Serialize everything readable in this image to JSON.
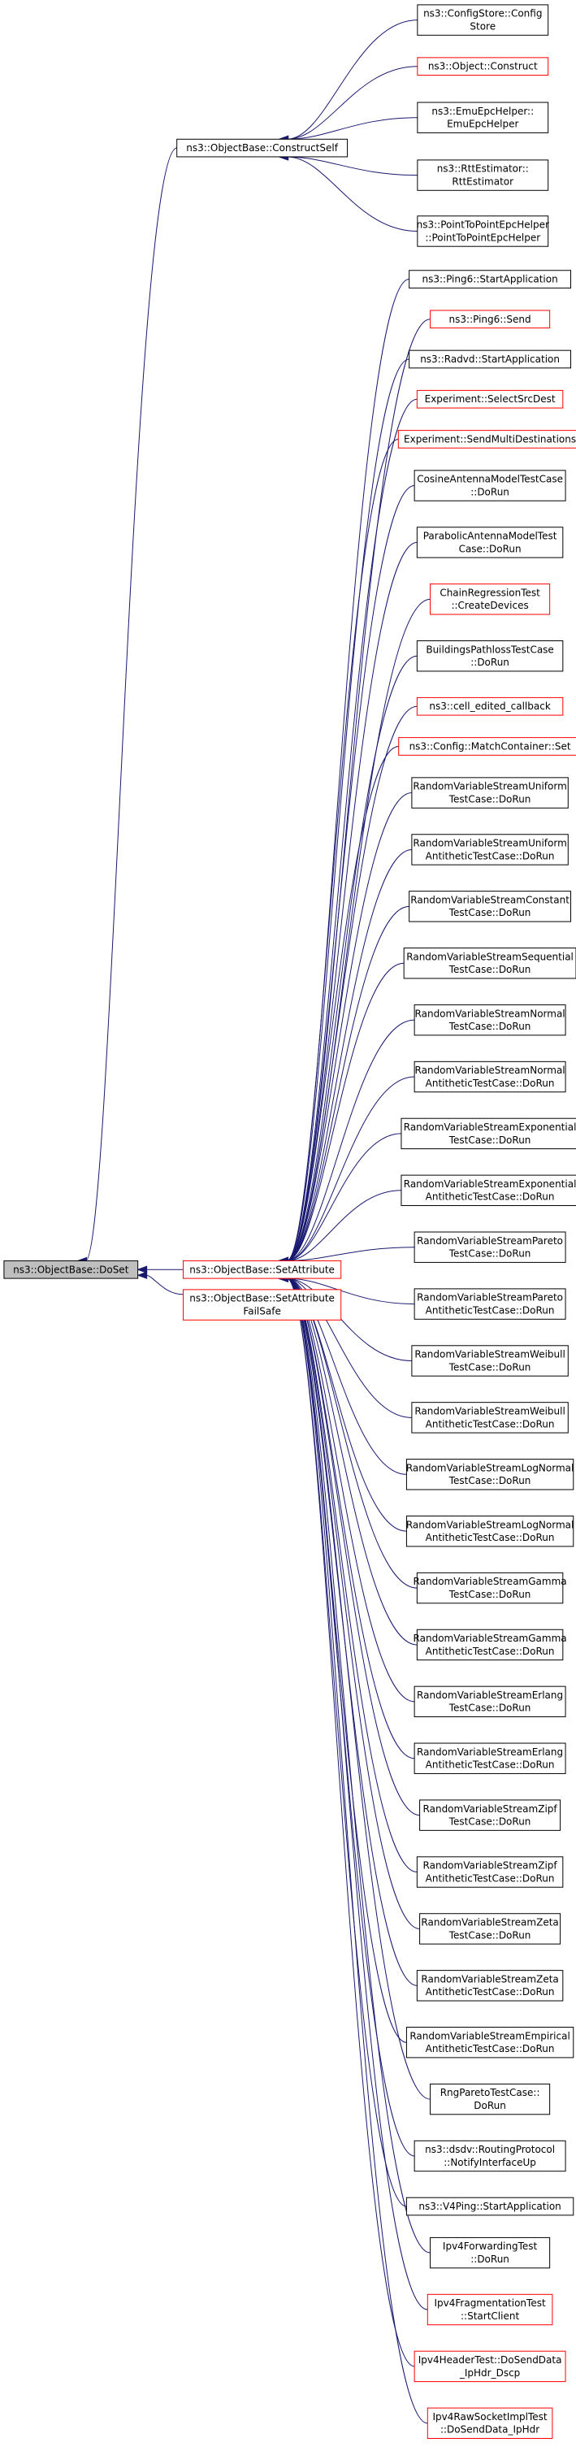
{
  "colors": {
    "edge": "#191970",
    "node_border_black": "#000000",
    "node_border_red": "#ff0000",
    "root_fill": "#bfbfbf",
    "node_fill": "#ffffff"
  },
  "root": {
    "label_lines": [
      "ns3::ObjectBase::DoSet"
    ]
  },
  "level1": [
    {
      "id": "constructself",
      "label_lines": [
        "ns3::ObjectBase::ConstructSelf"
      ],
      "border": "black"
    },
    {
      "id": "setattribute",
      "label_lines": [
        "ns3::ObjectBase::SetAttribute"
      ],
      "border": "red"
    },
    {
      "id": "setattributefailsafe",
      "label_lines": [
        "ns3::ObjectBase::SetAttribute",
        "FailSafe"
      ],
      "border": "red"
    }
  ],
  "callers_of_constructself": [
    {
      "label_lines": [
        "ns3::ConfigStore::Config",
        "Store"
      ],
      "border": "black"
    },
    {
      "label_lines": [
        "ns3::Object::Construct"
      ],
      "border": "red"
    },
    {
      "label_lines": [
        "ns3::EmuEpcHelper::",
        "EmuEpcHelper"
      ],
      "border": "black"
    },
    {
      "label_lines": [
        "ns3::RttEstimator::",
        "RttEstimator"
      ],
      "border": "black"
    },
    {
      "label_lines": [
        "ns3::PointToPointEpcHelper",
        "::PointToPointEpcHelper"
      ],
      "border": "black"
    }
  ],
  "callers_of_setattribute": [
    {
      "label_lines": [
        "ns3::Ping6::StartApplication"
      ],
      "border": "black"
    },
    {
      "label_lines": [
        "ns3::Ping6::Send"
      ],
      "border": "red"
    },
    {
      "label_lines": [
        "ns3::Radvd::StartApplication"
      ],
      "border": "black"
    },
    {
      "label_lines": [
        "Experiment::SelectSrcDest"
      ],
      "border": "red"
    },
    {
      "label_lines": [
        "Experiment::SendMultiDestinations"
      ],
      "border": "red"
    },
    {
      "label_lines": [
        "CosineAntennaModelTestCase",
        "::DoRun"
      ],
      "border": "black"
    },
    {
      "label_lines": [
        "ParabolicAntennaModelTest",
        "Case::DoRun"
      ],
      "border": "black"
    },
    {
      "label_lines": [
        "ChainRegressionTest",
        "::CreateDevices"
      ],
      "border": "red"
    },
    {
      "label_lines": [
        "BuildingsPathlossTestCase",
        "::DoRun"
      ],
      "border": "black"
    },
    {
      "label_lines": [
        "ns3::cell_edited_callback"
      ],
      "border": "red"
    },
    {
      "label_lines": [
        "ns3::Config::MatchContainer::Set"
      ],
      "border": "red"
    },
    {
      "label_lines": [
        "RandomVariableStreamUniform",
        "TestCase::DoRun"
      ],
      "border": "black"
    },
    {
      "label_lines": [
        "RandomVariableStreamUniform",
        "AntitheticTestCase::DoRun"
      ],
      "border": "black"
    },
    {
      "label_lines": [
        "RandomVariableStreamConstant",
        "TestCase::DoRun"
      ],
      "border": "black"
    },
    {
      "label_lines": [
        "RandomVariableStreamSequential",
        "TestCase::DoRun"
      ],
      "border": "black"
    },
    {
      "label_lines": [
        "RandomVariableStreamNormal",
        "TestCase::DoRun"
      ],
      "border": "black"
    },
    {
      "label_lines": [
        "RandomVariableStreamNormal",
        "AntitheticTestCase::DoRun"
      ],
      "border": "black"
    },
    {
      "label_lines": [
        "RandomVariableStreamExponential",
        "TestCase::DoRun"
      ],
      "border": "black"
    },
    {
      "label_lines": [
        "RandomVariableStreamExponential",
        "AntitheticTestCase::DoRun"
      ],
      "border": "black"
    },
    {
      "label_lines": [
        "RandomVariableStreamPareto",
        "TestCase::DoRun"
      ],
      "border": "black"
    },
    {
      "label_lines": [
        "RandomVariableStreamPareto",
        "AntitheticTestCase::DoRun"
      ],
      "border": "black"
    },
    {
      "label_lines": [
        "RandomVariableStreamWeibull",
        "TestCase::DoRun"
      ],
      "border": "black"
    },
    {
      "label_lines": [
        "RandomVariableStreamWeibull",
        "AntitheticTestCase::DoRun"
      ],
      "border": "black"
    },
    {
      "label_lines": [
        "RandomVariableStreamLogNormal",
        "TestCase::DoRun"
      ],
      "border": "black"
    },
    {
      "label_lines": [
        "RandomVariableStreamLogNormal",
        "AntitheticTestCase::DoRun"
      ],
      "border": "black"
    },
    {
      "label_lines": [
        "RandomVariableStreamGamma",
        "TestCase::DoRun"
      ],
      "border": "black"
    },
    {
      "label_lines": [
        "RandomVariableStreamGamma",
        "AntitheticTestCase::DoRun"
      ],
      "border": "black"
    },
    {
      "label_lines": [
        "RandomVariableStreamErlang",
        "TestCase::DoRun"
      ],
      "border": "black"
    },
    {
      "label_lines": [
        "RandomVariableStreamErlang",
        "AntitheticTestCase::DoRun"
      ],
      "border": "black"
    },
    {
      "label_lines": [
        "RandomVariableStreamZipf",
        "TestCase::DoRun"
      ],
      "border": "black"
    },
    {
      "label_lines": [
        "RandomVariableStreamZipf",
        "AntitheticTestCase::DoRun"
      ],
      "border": "black"
    },
    {
      "label_lines": [
        "RandomVariableStreamZeta",
        "TestCase::DoRun"
      ],
      "border": "black"
    },
    {
      "label_lines": [
        "RandomVariableStreamZeta",
        "AntitheticTestCase::DoRun"
      ],
      "border": "black"
    },
    {
      "label_lines": [
        "RandomVariableStreamEmpirical",
        "AntitheticTestCase::DoRun"
      ],
      "border": "black"
    },
    {
      "label_lines": [
        "RngParetoTestCase::",
        "DoRun"
      ],
      "border": "black"
    },
    {
      "label_lines": [
        "ns3::dsdv::RoutingProtocol",
        "::NotifyInterfaceUp"
      ],
      "border": "black"
    },
    {
      "label_lines": [
        "ns3::V4Ping::StartApplication"
      ],
      "border": "black"
    },
    {
      "label_lines": [
        "Ipv4ForwardingTest",
        "::DoRun"
      ],
      "border": "black"
    },
    {
      "label_lines": [
        "Ipv4FragmentationTest",
        "::StartClient"
      ],
      "border": "red"
    },
    {
      "label_lines": [
        "Ipv4HeaderTest::DoSendData",
        "_IpHdr_Dscp"
      ],
      "border": "red"
    },
    {
      "label_lines": [
        "Ipv4RawSocketImplTest",
        "::DoSendData_IpHdr"
      ],
      "border": "red"
    }
  ]
}
